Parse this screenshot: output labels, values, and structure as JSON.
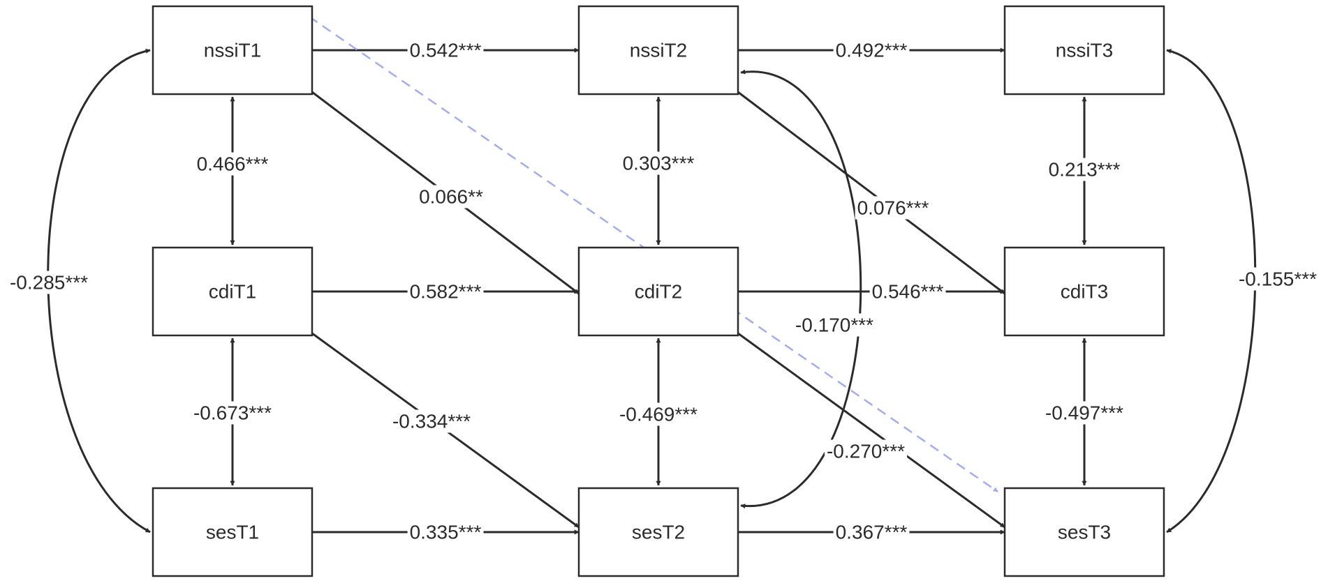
{
  "nodes": [
    {
      "id": "nssiT1",
      "label": "nssiT1"
    },
    {
      "id": "nssiT2",
      "label": "nssiT2"
    },
    {
      "id": "nssiT3",
      "label": "nssiT3"
    },
    {
      "id": "cdiT1",
      "label": "cdiT1"
    },
    {
      "id": "cdiT2",
      "label": "cdiT2"
    },
    {
      "id": "cdiT3",
      "label": "cdiT3"
    },
    {
      "id": "sesT1",
      "label": "sesT1"
    },
    {
      "id": "sesT2",
      "label": "sesT2"
    },
    {
      "id": "sesT3",
      "label": "sesT3"
    }
  ],
  "edges": [
    {
      "id": "nssiT1-nssiT2",
      "from": "nssiT1",
      "to": "nssiT2",
      "label": "0.542***",
      "kind": "path"
    },
    {
      "id": "nssiT2-nssiT3",
      "from": "nssiT2",
      "to": "nssiT3",
      "label": "0.492***",
      "kind": "path"
    },
    {
      "id": "cdiT1-cdiT2",
      "from": "cdiT1",
      "to": "cdiT2",
      "label": "0.582***",
      "kind": "path"
    },
    {
      "id": "cdiT2-cdiT3",
      "from": "cdiT2",
      "to": "cdiT3",
      "label": "0.546***",
      "kind": "path"
    },
    {
      "id": "sesT1-sesT2",
      "from": "sesT1",
      "to": "sesT2",
      "label": "0.335***",
      "kind": "path"
    },
    {
      "id": "sesT2-sesT3",
      "from": "sesT2",
      "to": "sesT3",
      "label": "0.367***",
      "kind": "path"
    },
    {
      "id": "nssiT1-cdiT2",
      "from": "nssiT1",
      "to": "cdiT2",
      "label": "0.066**",
      "kind": "path"
    },
    {
      "id": "nssiT2-cdiT3",
      "from": "nssiT2",
      "to": "cdiT3",
      "label": "0.076***",
      "kind": "path"
    },
    {
      "id": "cdiT1-sesT2",
      "from": "cdiT1",
      "to": "sesT2",
      "label": "-0.334***",
      "kind": "path"
    },
    {
      "id": "cdiT2-sesT3",
      "from": "cdiT2",
      "to": "sesT3",
      "label": "-0.270***",
      "kind": "path"
    },
    {
      "id": "nssiT1-sesT3",
      "from": "nssiT1",
      "to": "sesT3",
      "label": "",
      "kind": "dashed"
    },
    {
      "id": "nssiT1-cdiT1",
      "from": "nssiT1",
      "to": "cdiT1",
      "label": "0.466***",
      "kind": "covariance"
    },
    {
      "id": "nssiT2-cdiT2",
      "from": "nssiT2",
      "to": "cdiT2",
      "label": "0.303***",
      "kind": "covariance"
    },
    {
      "id": "nssiT3-cdiT3",
      "from": "nssiT3",
      "to": "cdiT3",
      "label": "0.213***",
      "kind": "covariance"
    },
    {
      "id": "cdiT1-sesT1",
      "from": "cdiT1",
      "to": "sesT1",
      "label": "-0.673***",
      "kind": "covariance"
    },
    {
      "id": "cdiT2-sesT2",
      "from": "cdiT2",
      "to": "sesT2",
      "label": "-0.469***",
      "kind": "covariance"
    },
    {
      "id": "cdiT3-sesT3",
      "from": "cdiT3",
      "to": "sesT3",
      "label": "-0.497***",
      "kind": "covariance"
    },
    {
      "id": "nssiT1-sesT1",
      "from": "nssiT1",
      "to": "sesT1",
      "label": "-0.285***",
      "kind": "covariance-curve"
    },
    {
      "id": "nssiT2-sesT2",
      "from": "nssiT2",
      "to": "sesT2",
      "label": "-0.170***",
      "kind": "covariance-curve"
    },
    {
      "id": "nssiT3-sesT3",
      "from": "nssiT3",
      "to": "sesT3",
      "label": "-0.155***",
      "kind": "covariance-curve"
    }
  ],
  "colors": {
    "stroke": "#2b2b2b",
    "dashed": "#a3acf0",
    "background": "#ffffff"
  }
}
